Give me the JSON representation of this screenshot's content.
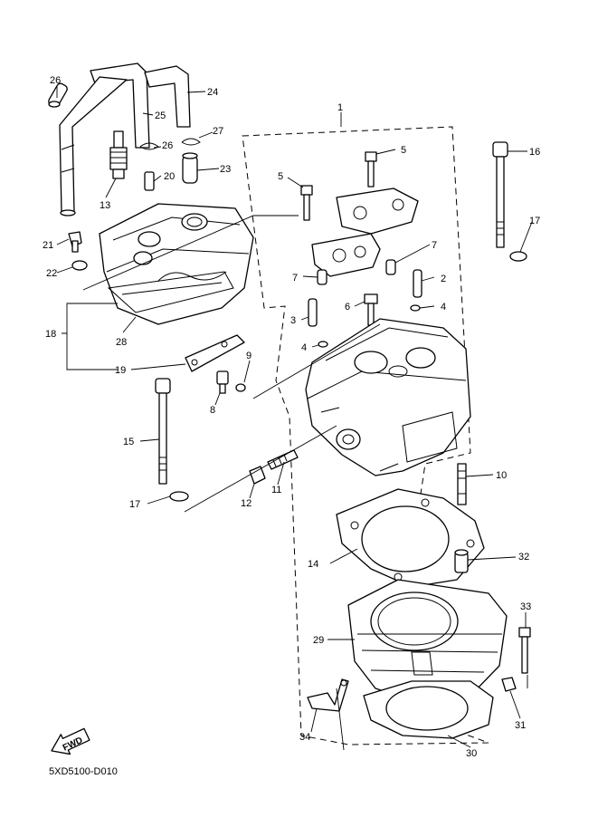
{
  "callouts": [
    {
      "id": "c1",
      "label": "1"
    },
    {
      "id": "c2",
      "label": "2"
    },
    {
      "id": "c3",
      "label": "3"
    },
    {
      "id": "c4a",
      "label": "4"
    },
    {
      "id": "c4b",
      "label": "4"
    },
    {
      "id": "c5a",
      "label": "5"
    },
    {
      "id": "c5b",
      "label": "5"
    },
    {
      "id": "c6",
      "label": "6"
    },
    {
      "id": "c7a",
      "label": "7"
    },
    {
      "id": "c7b",
      "label": "7"
    },
    {
      "id": "c8",
      "label": "8"
    },
    {
      "id": "c9",
      "label": "9"
    },
    {
      "id": "c10",
      "label": "10"
    },
    {
      "id": "c11",
      "label": "11"
    },
    {
      "id": "c12",
      "label": "12"
    },
    {
      "id": "c13",
      "label": "13"
    },
    {
      "id": "c14",
      "label": "14"
    },
    {
      "id": "c15",
      "label": "15"
    },
    {
      "id": "c16",
      "label": "16"
    },
    {
      "id": "c17a",
      "label": "17"
    },
    {
      "id": "c17b",
      "label": "17"
    },
    {
      "id": "c18",
      "label": "18"
    },
    {
      "id": "c19",
      "label": "19"
    },
    {
      "id": "c20",
      "label": "20"
    },
    {
      "id": "c21",
      "label": "21"
    },
    {
      "id": "c22",
      "label": "22"
    },
    {
      "id": "c23",
      "label": "23"
    },
    {
      "id": "c24",
      "label": "24"
    },
    {
      "id": "c25",
      "label": "25"
    },
    {
      "id": "c26a",
      "label": "26"
    },
    {
      "id": "c26b",
      "label": "26"
    },
    {
      "id": "c27",
      "label": "27"
    },
    {
      "id": "c28",
      "label": "28"
    },
    {
      "id": "c29",
      "label": "29"
    },
    {
      "id": "c30",
      "label": "30"
    },
    {
      "id": "c31",
      "label": "31"
    },
    {
      "id": "c32",
      "label": "32"
    },
    {
      "id": "c33",
      "label": "33"
    },
    {
      "id": "c34",
      "label": "34"
    }
  ],
  "fwd_label": "FWD",
  "diagram_code": "5XD5100-D010"
}
